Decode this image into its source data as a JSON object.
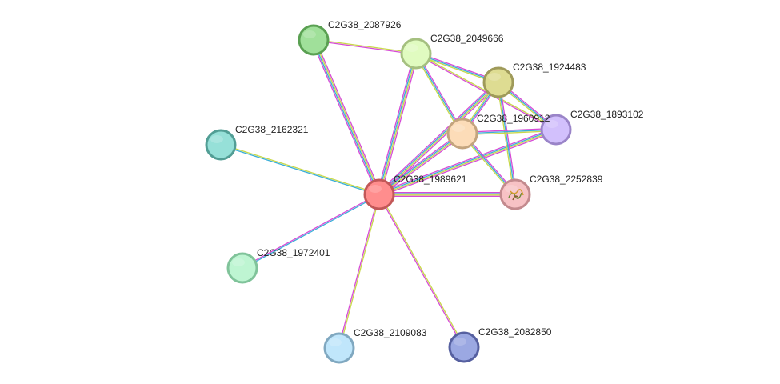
{
  "network": {
    "nodes": [
      {
        "id": "C2G38_1989621",
        "label": "C2G38_1989621",
        "fill": "#ff8d8d",
        "stroke": "#c25858"
      },
      {
        "id": "C2G38_2087926",
        "label": "C2G38_2087926",
        "fill": "#a0e09a",
        "stroke": "#5aa052"
      },
      {
        "id": "C2G38_2049666",
        "label": "C2G38_2049666",
        "fill": "#e0fbc0",
        "stroke": "#a5c080"
      },
      {
        "id": "C2G38_1924483",
        "label": "C2G38_1924483",
        "fill": "#dedc92",
        "stroke": "#9f9a5a"
      },
      {
        "id": "C2G38_1960912",
        "label": "C2G38_1960912",
        "fill": "#fcdcb8",
        "stroke": "#c3a47e"
      },
      {
        "id": "C2G38_1893102",
        "label": "C2G38_1893102",
        "fill": "#d2c0fc",
        "stroke": "#9a84c8"
      },
      {
        "id": "C2G38_2252839",
        "label": "C2G38_2252839",
        "fill": "#f7c2c5",
        "stroke": "#c38a8e",
        "has_structure": true
      },
      {
        "id": "C2G38_2162321",
        "label": "C2G38_2162321",
        "fill": "#96e0d8",
        "stroke": "#529e95"
      },
      {
        "id": "C2G38_1972401",
        "label": "C2G38_1972401",
        "fill": "#bef5d2",
        "stroke": "#80c39a"
      },
      {
        "id": "C2G38_2109083",
        "label": "C2G38_2109083",
        "fill": "#c0e6fb",
        "stroke": "#80a8c0"
      },
      {
        "id": "C2G38_2082850",
        "label": "C2G38_2082850",
        "fill": "#9ba8e2",
        "stroke": "#5660a0"
      }
    ],
    "edges": [
      {
        "source": "C2G38_1989621",
        "target": "C2G38_2087926",
        "colors": [
          "#d64bd6",
          "#3aaed8",
          "#c8d84a",
          "#d64bd6"
        ]
      },
      {
        "source": "C2G38_1989621",
        "target": "C2G38_2049666",
        "colors": [
          "#d64bd6",
          "#3aaed8",
          "#c8d84a",
          "#d64bd6"
        ]
      },
      {
        "source": "C2G38_1989621",
        "target": "C2G38_1924483",
        "colors": [
          "#d64bd6",
          "#3aaed8",
          "#c8d84a",
          "#d64bd6"
        ]
      },
      {
        "source": "C2G38_1989621",
        "target": "C2G38_1960912",
        "colors": [
          "#d64bd6",
          "#3aaed8",
          "#c8d84a",
          "#d64bd6"
        ]
      },
      {
        "source": "C2G38_1989621",
        "target": "C2G38_1893102",
        "colors": [
          "#d64bd6",
          "#3aaed8",
          "#c8d84a",
          "#d64bd6"
        ]
      },
      {
        "source": "C2G38_1989621",
        "target": "C2G38_2252839",
        "colors": [
          "#d64bd6",
          "#3aaed8",
          "#c8d84a",
          "#d64bd6"
        ]
      },
      {
        "source": "C2G38_1989621",
        "target": "C2G38_2162321",
        "colors": [
          "#3aaed8",
          "#c8d84a"
        ]
      },
      {
        "source": "C2G38_1989621",
        "target": "C2G38_1972401",
        "colors": [
          "#3aaed8",
          "#d64bd6"
        ]
      },
      {
        "source": "C2G38_1989621",
        "target": "C2G38_2109083",
        "colors": [
          "#c8d84a",
          "#d64bd6"
        ]
      },
      {
        "source": "C2G38_1989621",
        "target": "C2G38_2082850",
        "colors": [
          "#c8d84a",
          "#d64bd6"
        ]
      },
      {
        "source": "C2G38_2087926",
        "target": "C2G38_2049666",
        "colors": [
          "#c8d84a",
          "#d64bd6"
        ]
      },
      {
        "source": "C2G38_2049666",
        "target": "C2G38_1924483",
        "colors": [
          "#d64bd6",
          "#3aaed8",
          "#c8d84a"
        ]
      },
      {
        "source": "C2G38_2049666",
        "target": "C2G38_1960912",
        "colors": [
          "#d64bd6",
          "#3aaed8",
          "#c8d84a"
        ]
      },
      {
        "source": "C2G38_2049666",
        "target": "C2G38_1893102",
        "colors": [
          "#c8d84a",
          "#d64bd6"
        ]
      },
      {
        "source": "C2G38_1924483",
        "target": "C2G38_1960912",
        "colors": [
          "#d64bd6",
          "#3aaed8",
          "#c8d84a"
        ]
      },
      {
        "source": "C2G38_1924483",
        "target": "C2G38_1893102",
        "colors": [
          "#d64bd6",
          "#3aaed8",
          "#c8d84a"
        ]
      },
      {
        "source": "C2G38_1924483",
        "target": "C2G38_2252839",
        "colors": [
          "#d64bd6",
          "#3aaed8",
          "#c8d84a"
        ]
      },
      {
        "source": "C2G38_1960912",
        "target": "C2G38_1893102",
        "colors": [
          "#d64bd6",
          "#3aaed8",
          "#c8d84a"
        ]
      },
      {
        "source": "C2G38_1960912",
        "target": "C2G38_2252839",
        "colors": [
          "#d64bd6",
          "#3aaed8",
          "#c8d84a"
        ]
      }
    ]
  }
}
